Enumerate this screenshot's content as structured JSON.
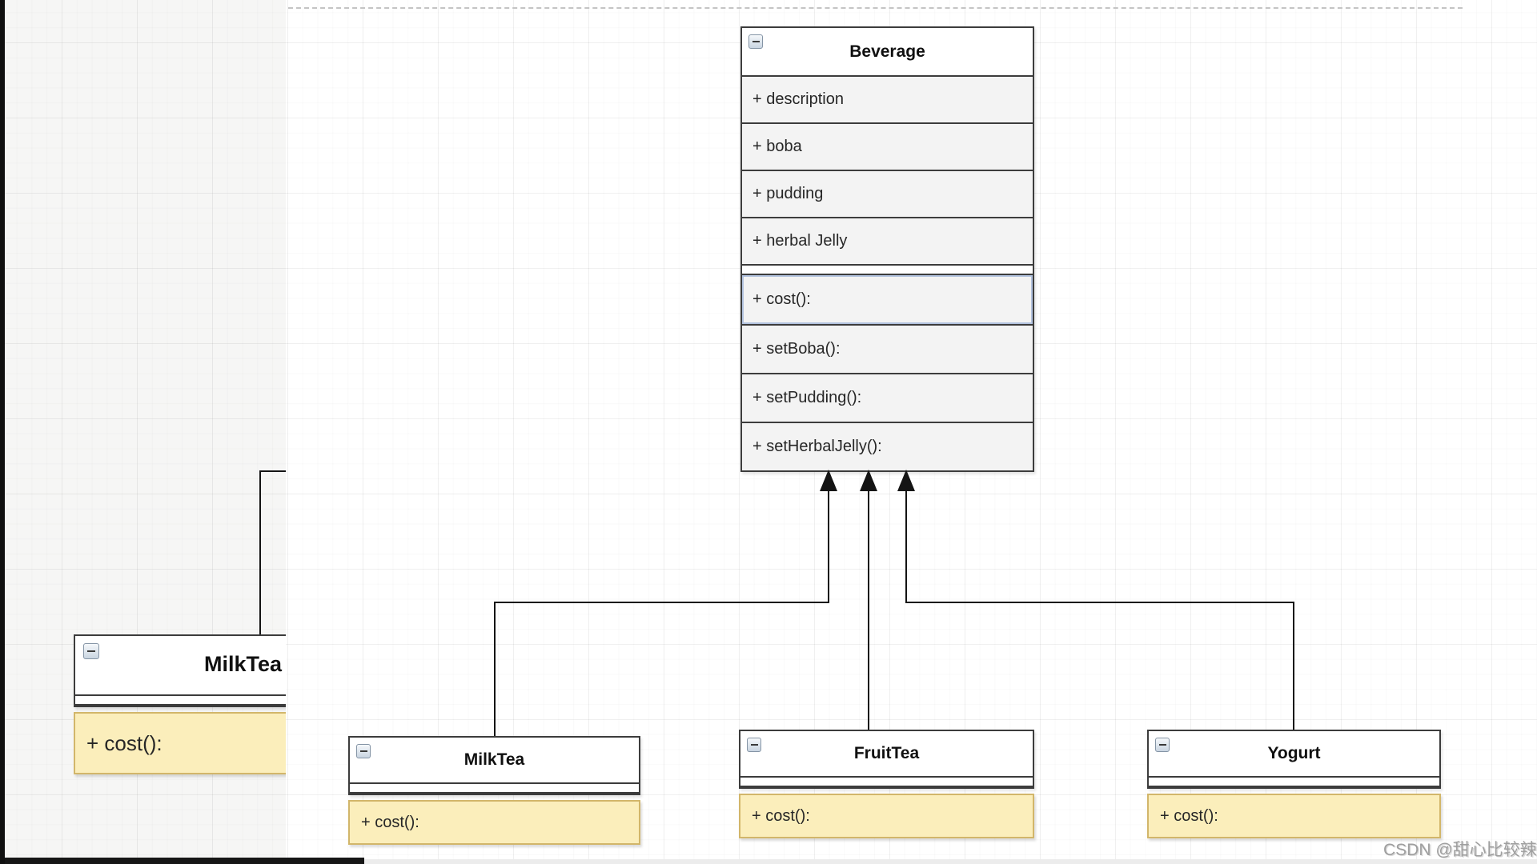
{
  "diagram_type": "uml-class-diagram",
  "classes": {
    "beverage": {
      "title": "Beverage",
      "attributes": [
        "+ description",
        "+ boba",
        "+ pudding",
        "+ herbal Jelly"
      ],
      "methods": [
        "+ cost():",
        "+ setBoba():",
        "+ setPudding():",
        "+ setHerbalJelly():"
      ],
      "highlighted_method_index": 0
    },
    "milktea_background": {
      "title": "MilkTea",
      "methods": [
        "+ cost():"
      ]
    },
    "milktea": {
      "title": "MilkTea",
      "methods": [
        "+ cost():"
      ]
    },
    "fruittea": {
      "title": "FruitTea",
      "methods": [
        "+ cost():"
      ]
    },
    "yogurt": {
      "title": "Yogurt",
      "methods": [
        "+ cost():"
      ]
    }
  },
  "relations": [
    {
      "from": "MilkTea",
      "to": "Beverage",
      "type": "generalization"
    },
    {
      "from": "FruitTea",
      "to": "Beverage",
      "type": "generalization"
    },
    {
      "from": "Yogurt",
      "to": "Beverage",
      "type": "generalization"
    }
  ],
  "colors": {
    "box_border": "#3c3c3c",
    "attribute_row_fill": "#f3f3f3",
    "blue_highlight_fill": "#d8e5f8",
    "yellow_highlight_fill": "#fbeebb",
    "yellow_highlight_border": "#d2b66a",
    "edge_color": "#141414"
  },
  "watermark": "CSDN @甜心比较辣"
}
